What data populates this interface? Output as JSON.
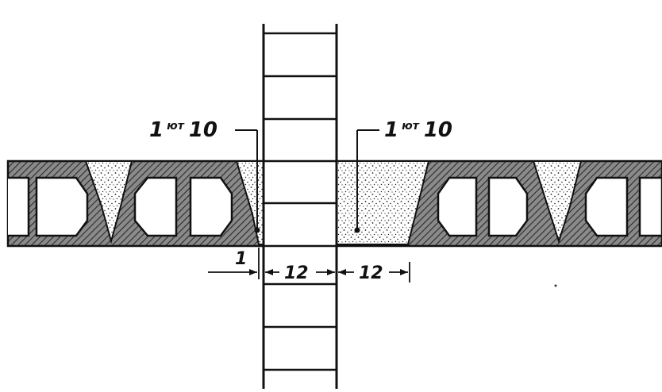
{
  "labels": {
    "left_callout": {
      "main": "1",
      "sup": "ют",
      "tail": "10"
    },
    "right_callout": {
      "main": "1",
      "sup": "ют",
      "tail": "10"
    },
    "dim_gap": "1",
    "dim_wall": "12",
    "dim_fill": "12"
  },
  "colors": {
    "ink": "#111111",
    "slab_fill": "#7a7a7a",
    "void_fill": "#ffffff",
    "concrete_dots": "#222222"
  }
}
